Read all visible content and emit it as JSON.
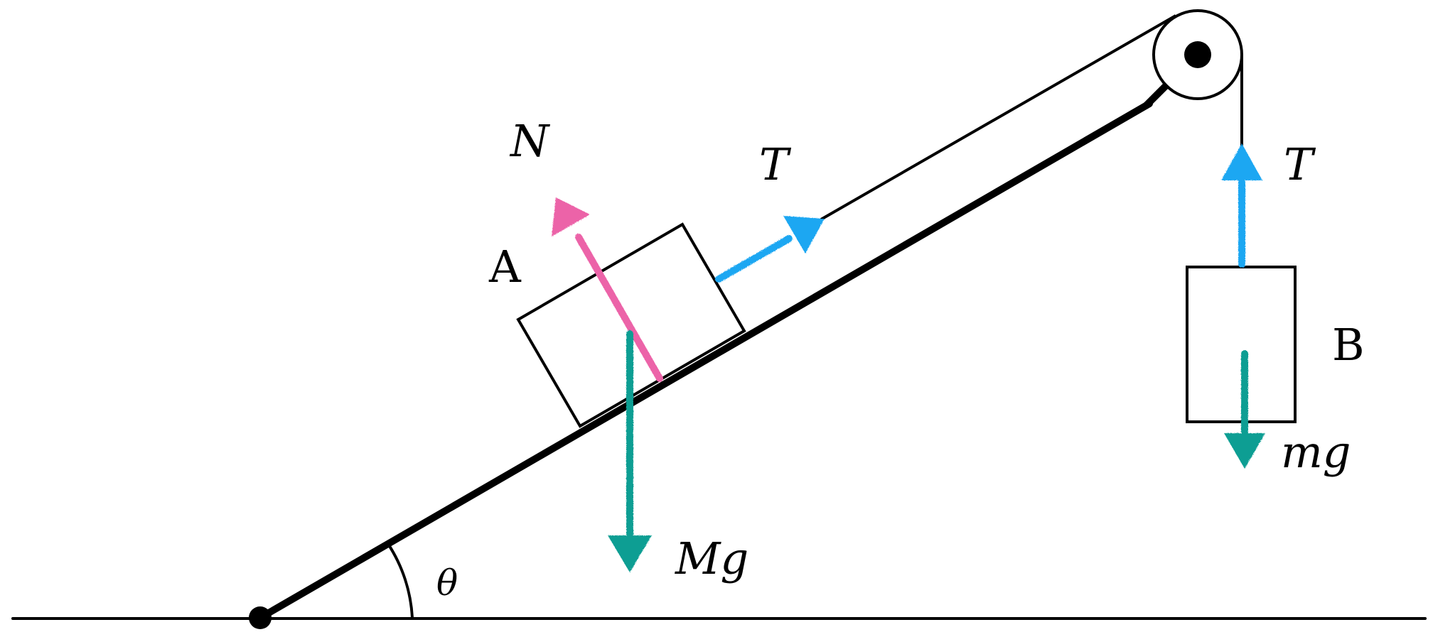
{
  "labels": {
    "normal_force": "N",
    "tension_a": "T",
    "tension_b": "T",
    "block_a": "A",
    "block_b": "B",
    "weight_a": "Mg",
    "weight_b": "mg",
    "angle": "θ"
  },
  "colors": {
    "line": "#000000",
    "normal_force": "#ec63a8",
    "tension": "#1ea7f2",
    "weight": "#119e93",
    "background": "#ffffff"
  }
}
